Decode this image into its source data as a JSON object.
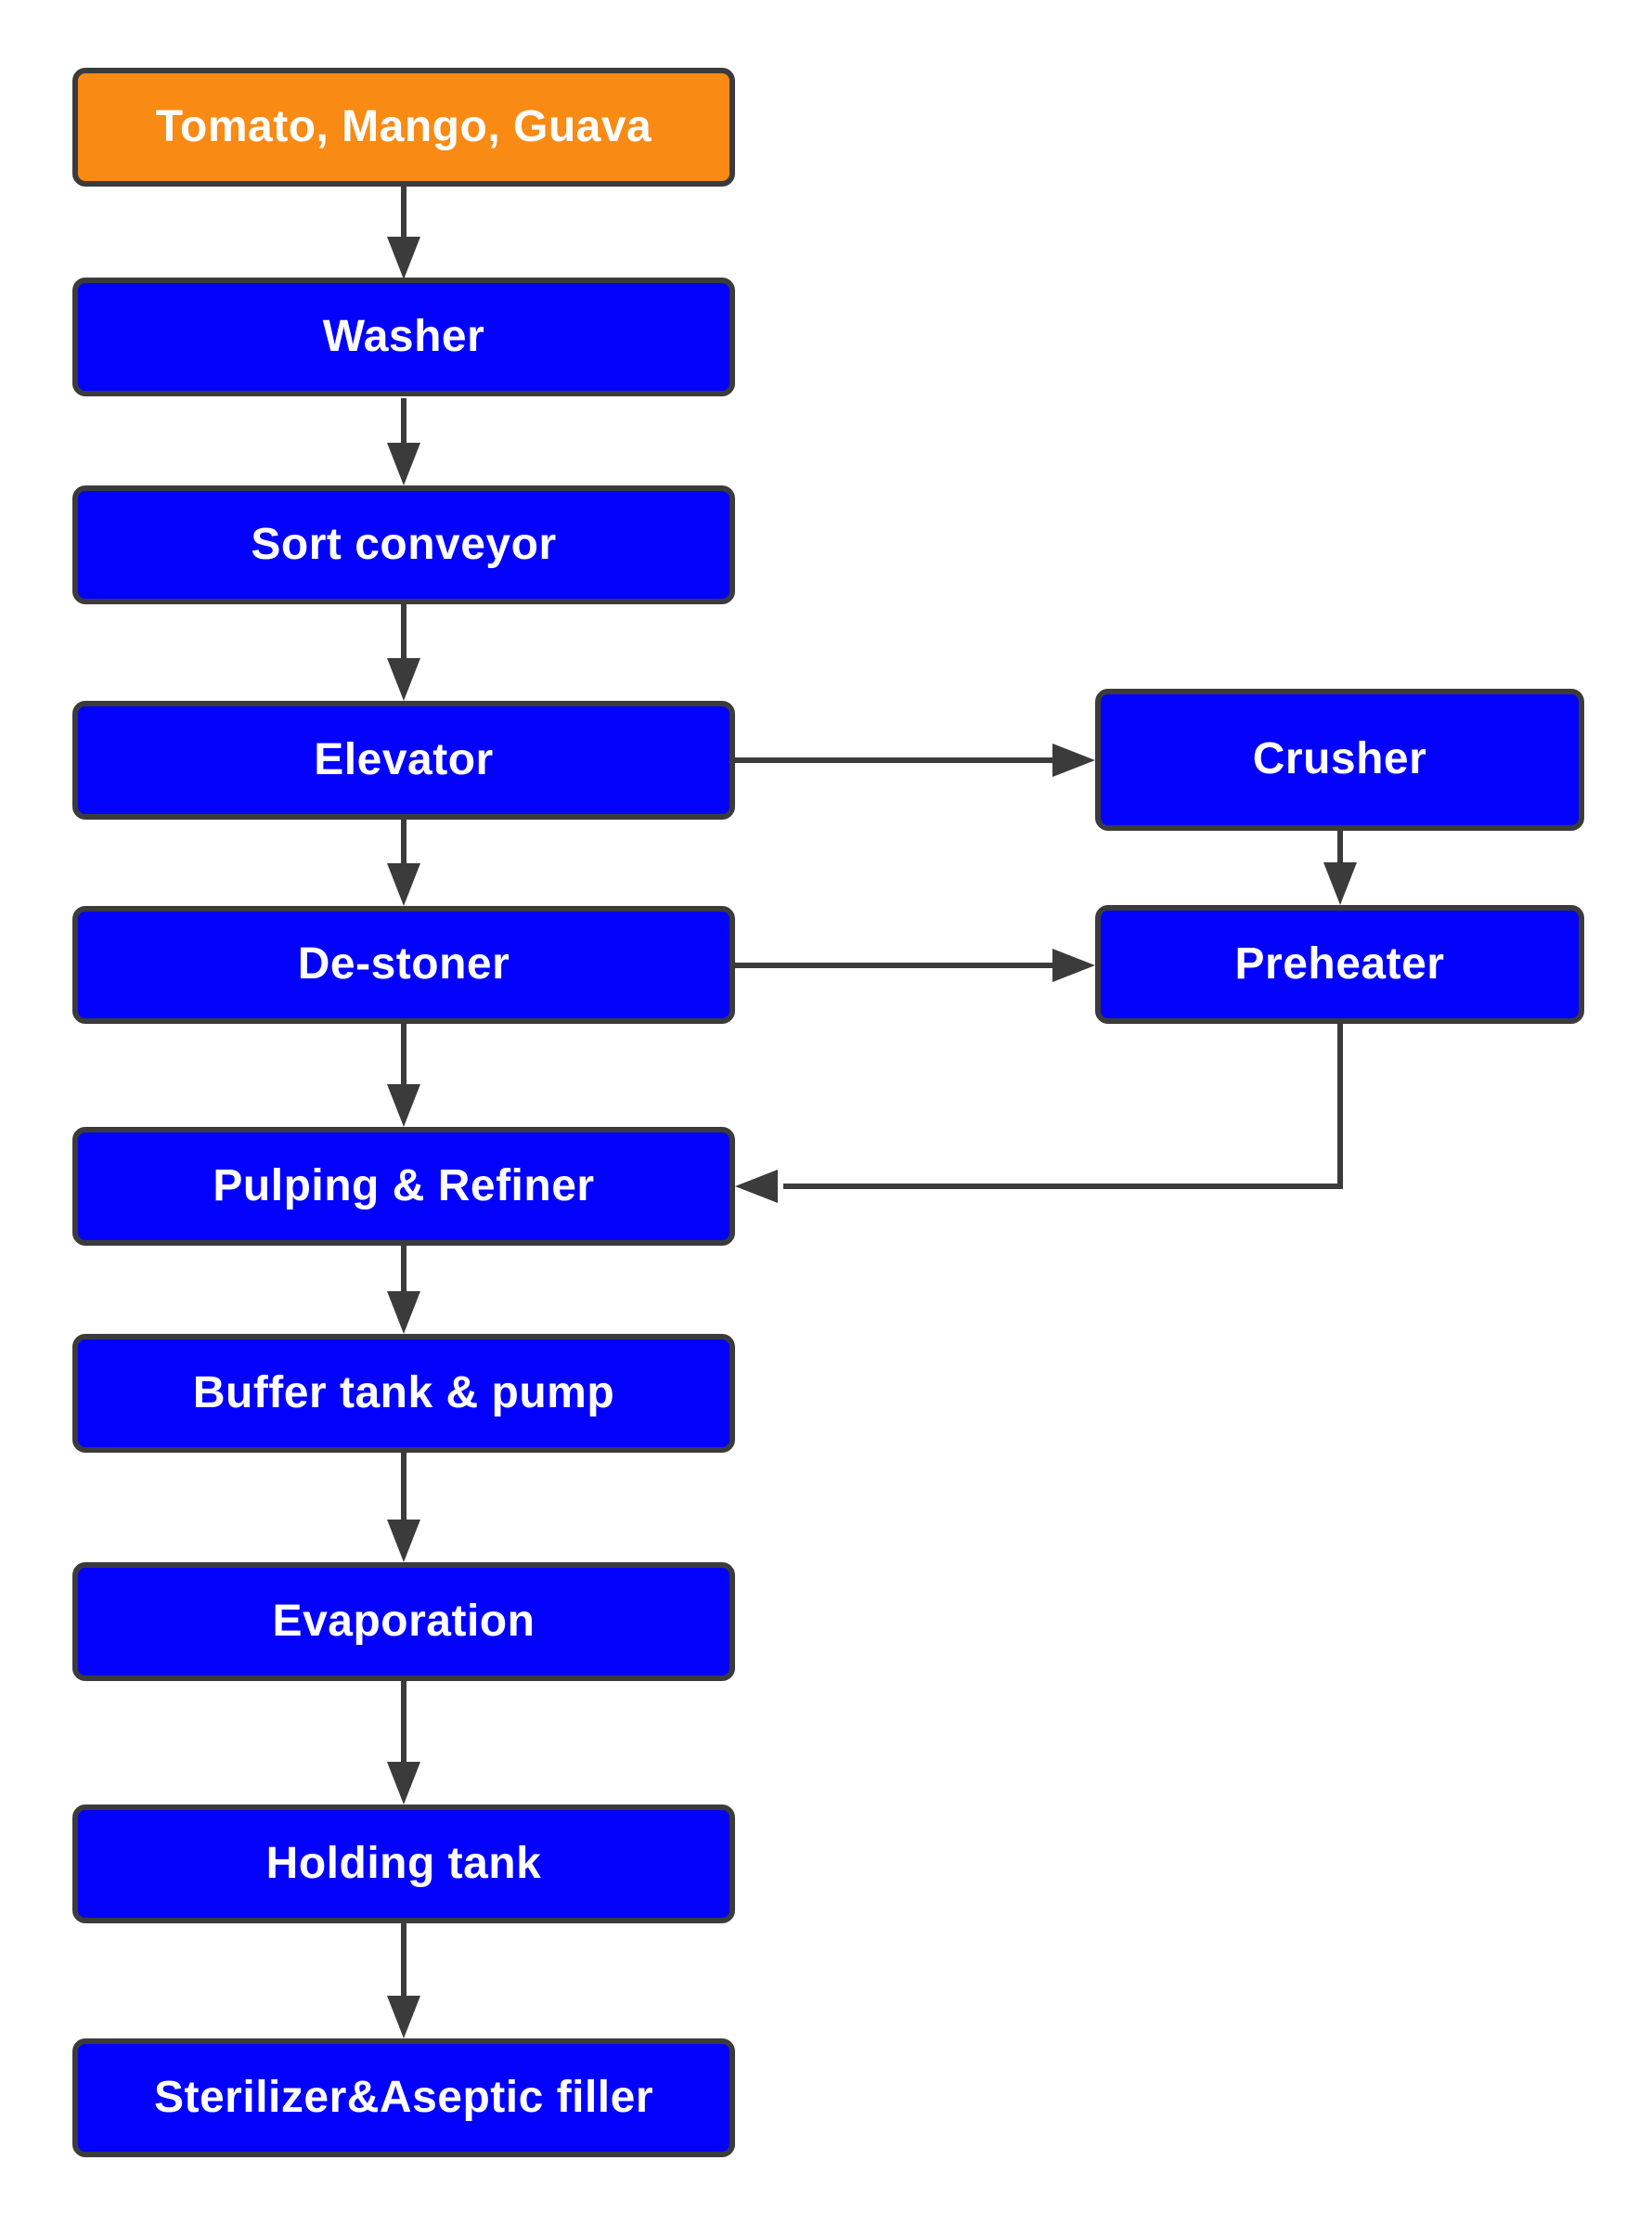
{
  "colors": {
    "node_blue": "#0202fc",
    "node_orange": "#f98a14",
    "border": "#3b3b3b",
    "arrow": "#3b3b3b",
    "text": "#ffffff",
    "background": "#ffffff"
  },
  "flowchart": {
    "nodes": {
      "input": {
        "label": "Tomato, Mango, Guava"
      },
      "washer": {
        "label": "Washer"
      },
      "sort_conveyor": {
        "label": "Sort conveyor"
      },
      "elevator": {
        "label": "Elevator"
      },
      "crusher": {
        "label": "Crusher"
      },
      "destoner": {
        "label": "De-stoner"
      },
      "preheater": {
        "label": "Preheater"
      },
      "pulping_refiner": {
        "label": "Pulping & Refiner"
      },
      "buffer_tank_pump": {
        "label": "Buffer tank & pump"
      },
      "evaporation": {
        "label": "Evaporation"
      },
      "holding_tank": {
        "label": "Holding tank"
      },
      "sterilizer_aseptic_filler": {
        "label": "Sterilizer&Aseptic filler"
      }
    },
    "edges": [
      {
        "from": "input",
        "to": "washer"
      },
      {
        "from": "washer",
        "to": "sort_conveyor"
      },
      {
        "from": "sort_conveyor",
        "to": "elevator"
      },
      {
        "from": "elevator",
        "to": "destoner"
      },
      {
        "from": "elevator",
        "to": "crusher"
      },
      {
        "from": "crusher",
        "to": "preheater"
      },
      {
        "from": "destoner",
        "to": "preheater"
      },
      {
        "from": "destoner",
        "to": "pulping_refiner"
      },
      {
        "from": "preheater",
        "to": "pulping_refiner"
      },
      {
        "from": "pulping_refiner",
        "to": "buffer_tank_pump"
      },
      {
        "from": "buffer_tank_pump",
        "to": "evaporation"
      },
      {
        "from": "evaporation",
        "to": "holding_tank"
      },
      {
        "from": "holding_tank",
        "to": "sterilizer_aseptic_filler"
      }
    ]
  }
}
